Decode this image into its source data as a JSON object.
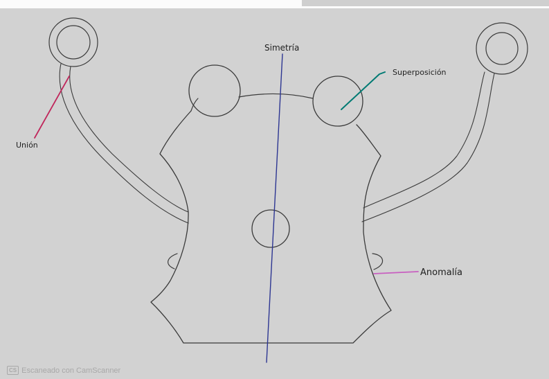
{
  "labels": {
    "symmetry": "Simetría",
    "overlap": "Superposición",
    "union": "Unión",
    "anomaly": "Anomalía"
  },
  "watermark": {
    "logo": "CS",
    "text": "Escaneado con CamScanner"
  },
  "colors": {
    "paper": "#d2d2d2",
    "outline": "#3a3a3a",
    "symmetry_line": "#2c3592",
    "overlap_pointer": "#007a73",
    "union_pointer": "#c0265b",
    "anomaly_pointer": "#c85fc0"
  }
}
